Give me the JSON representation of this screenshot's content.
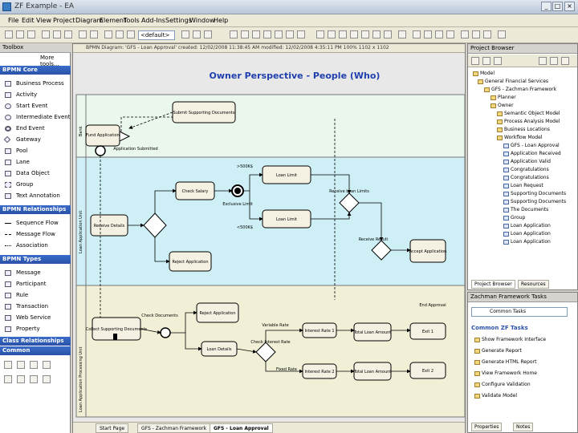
{
  "window": {
    "title": "ZF Example - EA"
  },
  "menu": [
    "File",
    "Edit",
    "View",
    "Project",
    "Diagram",
    "Element",
    "Tools",
    "Add-Ins",
    "Settings",
    "Window",
    "Help"
  ],
  "toolbar": {
    "combo_value": "<default>"
  },
  "toolbox": {
    "header": "Toolbox",
    "more_tools": "More tools...",
    "sections": [
      {
        "title": "BPMN Core",
        "items": [
          "Business Process",
          "Activity",
          "Start Event",
          "Intermediate Event",
          "End Event",
          "Gateway",
          "Pool",
          "Lane",
          "Data Object",
          "Group",
          "Text Annotation"
        ]
      },
      {
        "title": "BPMN Relationships",
        "items": [
          "Sequence Flow",
          "Message Flow",
          "Association"
        ]
      },
      {
        "title": "BPMN Types",
        "items": [
          "Message",
          "Participant",
          "Rule",
          "Transaction",
          "Web Service",
          "Property"
        ]
      },
      {
        "title": "Class Relationships",
        "items": []
      },
      {
        "title": "Common",
        "items": []
      }
    ]
  },
  "diagram": {
    "header": "BPMN Diagram: 'GFS - Loan Approval' created: 12/02/2008 11:38:45 AM modified: 12/02/2008 4:35:11 PM 100% 1102 x 1102",
    "title": "Owner Perspective - People (Who)",
    "lanes": [
      "Bank",
      "Loan Application Unit",
      "Loan Application Processing Unit"
    ],
    "nodes": {
      "submit_docs": "Submit Supporting Documents",
      "fund_app": "Fund Application",
      "app_submitted": "Application Submitted",
      "loan_limit_top": "Loan Limit",
      "check_salary": "Check Salary",
      "exclusive_limit": "Exclusive Limit",
      "loan_limit_mid": "Loan Limit",
      "receive_details": "Receive Details",
      "reject_app": "Reject Application",
      "accept_app": "Accept Application",
      "receive_loan_limits": "Receive Loan Limits",
      "receive_result": "Receive Result",
      "collect_docs": "Collect Supporting Documents",
      "check_documents": "Check Documents",
      "reject_app2": "Reject Application",
      "loan_details": "Loan Details",
      "check_tick": "Check Interest Rate",
      "variable_rate": "Variable Rate",
      "fixed_rate": "Fixed Rate",
      "interest_rate1": "Interest Rate 1",
      "interest_rate2": "Interest Rate 2",
      "total_loan1": "Total Loan Amount",
      "total_loan2": "Total Loan Amount",
      "exit1": "Exit 1",
      "exit2": "Exit 2",
      "end_approval": "End Approval",
      "x500k_top": ">500K$",
      "x500k_bot": "<500K$"
    },
    "tabs": [
      "Start Page",
      "GFS - Zachman Framework",
      "GFS - Loan Approval"
    ]
  },
  "browser": {
    "header": "Project Browser",
    "rows": [
      "Model",
      "General Financial Services",
      "GFS - Zachman Framework",
      "Planner",
      "Owner",
      "Semantic Object Model",
      "Process Analysis Model",
      "Business Locations",
      "Workflow Model",
      "GFS - Loan Approval",
      "Application Received",
      "Application Valid",
      "Congratulations",
      "Congratulations",
      "Loan Request",
      "Supporting Documents",
      "Supporting Documents",
      "The Documents",
      "Group",
      "Loan Application",
      "Loan Application",
      "Loan Application"
    ],
    "tabs": [
      "Project Browser",
      "Resources"
    ]
  },
  "notes": {
    "header": "Zachman Framework Tasks",
    "combo": "Common Tasks",
    "section": "Common ZF Tasks",
    "items": [
      "Show Framework Interface",
      "Generate Report",
      "Generate HTML Report",
      "View Framework Home",
      "Configure Validation",
      "Validate Model"
    ],
    "tabs": [
      "Properties",
      "Notes"
    ]
  }
}
